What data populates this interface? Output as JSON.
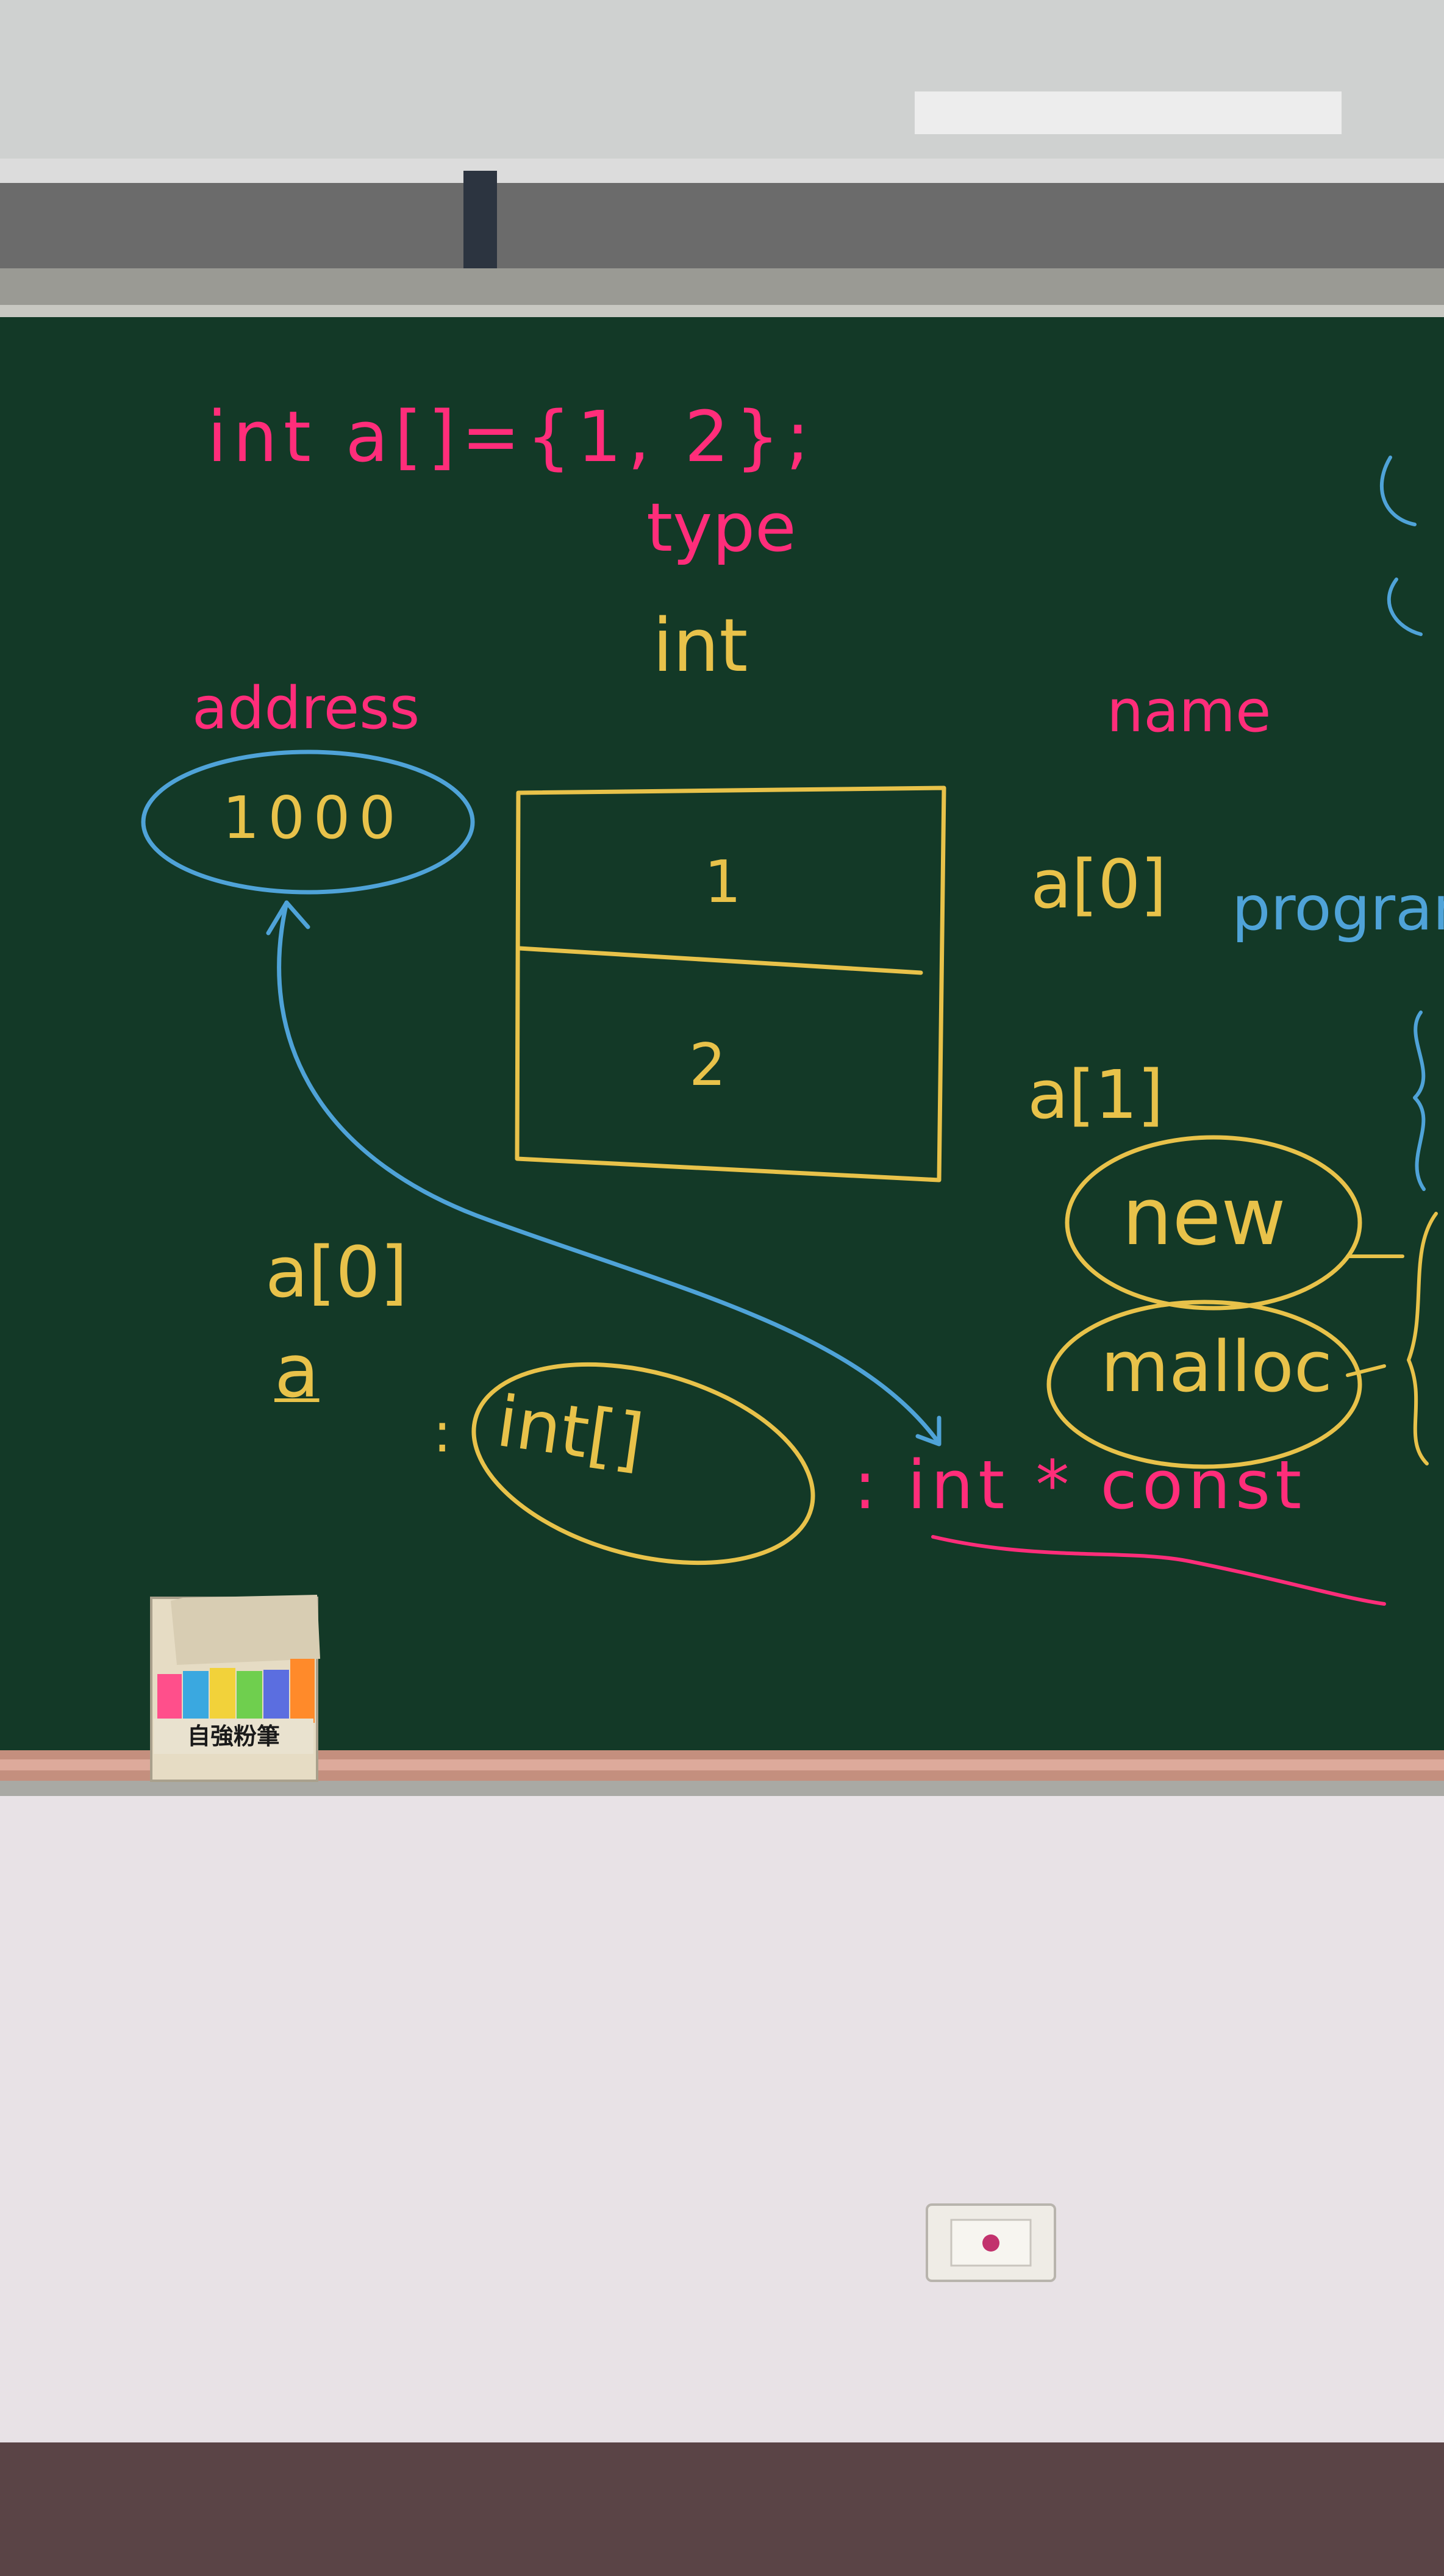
{
  "board": {
    "line_declaration": "int a[]={1, 2};",
    "label_type": "type",
    "label_int": "int",
    "label_address": "address",
    "label_name": "name",
    "address_value": "1000",
    "cell_values": [
      "1",
      "2"
    ],
    "name_a0": "a[0]",
    "name_a1": "a[1]",
    "left_a0": "a[0]",
    "left_a": "a",
    "type_colon": ":",
    "type_int_array": "int[]",
    "type_pointer": ": int * const",
    "oval_new": "new",
    "oval_malloc": "malloc",
    "right_edge_word": "program"
  },
  "chalk_box": {
    "label": "自強粉筆"
  },
  "colors": {
    "board_green": "#163f2c",
    "chalk_pink": "#ff2d7a",
    "chalk_yellow": "#e8c24a",
    "chalk_blue": "#4fa3d8"
  }
}
